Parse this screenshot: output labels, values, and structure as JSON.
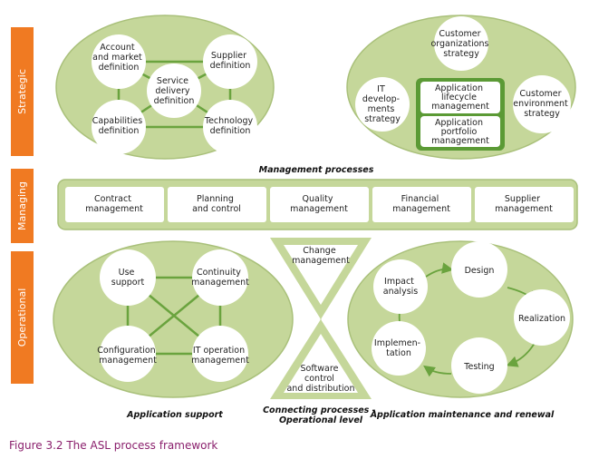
{
  "layers": {
    "strategic": "Strategic",
    "managing": "Managing",
    "operational": "Operational"
  },
  "strategic_left": {
    "account": [
      "Account",
      "and market",
      "definition"
    ],
    "supplier": [
      "Supplier",
      "definition"
    ],
    "service": [
      "Service",
      "delivery",
      "definition"
    ],
    "capabilities": [
      "Capabilities",
      "definition"
    ],
    "technology": [
      "Technology",
      "definition"
    ]
  },
  "strategic_right": {
    "customer_org": [
      "Customer",
      "organizations",
      "strategy"
    ],
    "it_dev": [
      "IT",
      "develop-",
      "ments",
      "strategy"
    ],
    "app_lifecycle": [
      "Application",
      "lifecycle",
      "management"
    ],
    "app_portfolio": [
      "Application",
      "portfolio",
      "management"
    ],
    "customer_env": [
      "Customer",
      "environment",
      "strategy"
    ]
  },
  "management": {
    "title": "Management processes",
    "items": [
      [
        "Contract",
        "management"
      ],
      [
        "Planning",
        "and control"
      ],
      [
        "Quality",
        "management"
      ],
      [
        "Financial",
        "management"
      ],
      [
        "Supplier",
        "management"
      ]
    ]
  },
  "operational_left": {
    "title": "Application support",
    "use_support": [
      "Use",
      "support"
    ],
    "continuity": [
      "Continuity",
      "management"
    ],
    "configuration": [
      "Configuration",
      "management"
    ],
    "it_operation": [
      "IT operation",
      "management"
    ]
  },
  "connecting": {
    "change": [
      "Change",
      "management"
    ],
    "software": [
      "Software",
      "control",
      "and distribution"
    ],
    "title": [
      "Connecting processes -",
      "Operational level"
    ]
  },
  "operational_right": {
    "title": "Application maintenance and renewal",
    "impact": [
      "Impact",
      "analysis"
    ],
    "design": [
      "Design"
    ],
    "realization": [
      "Realization"
    ],
    "testing": [
      "Testing"
    ],
    "implementation": [
      "Implemen-",
      "tation"
    ]
  },
  "caption": "Figure 3.2 The ASL process framework",
  "colors": {
    "ellipse_fill": "#c5d79a",
    "ellipse_stroke": "#a9c07a",
    "line": "#6aa33e",
    "orange": "#f07a22",
    "caption": "#8a1f6c",
    "lifecycle_border": "#5b9a35"
  }
}
